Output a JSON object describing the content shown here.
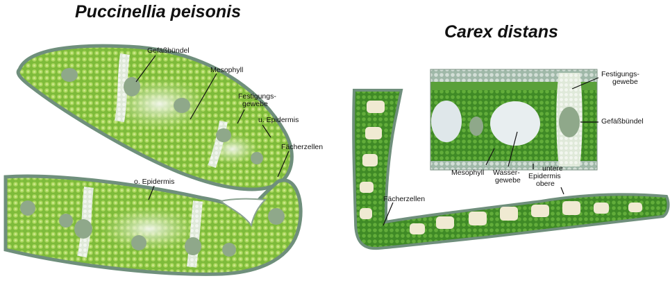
{
  "titles": {
    "left": "Puccinellia peisonis",
    "right": "Carex distans"
  },
  "labels_left": {
    "gefaessbuendel": "Gefäßbündel",
    "mesophyll": "Mesophyll",
    "festigungsgewebe_1": "Festigungs-",
    "festigungsgewebe_2": "gewebe",
    "u_epidermis": "u. Epidermis",
    "faecherzellen": "Fächerzellen",
    "o_epidermis": "o. Epidermis"
  },
  "labels_right": {
    "festigungsgewebe_1": "Festigungs-",
    "festigungsgewebe_2": "gewebe",
    "gefaessbuendel": "Gefäßbündel",
    "mesophyll": "Mesophyll",
    "wassergewebe_1": "Wasser-",
    "wassergewebe_2": "gewebe",
    "untere": "untere",
    "epidermis": "Epidermis",
    "obere": "obere",
    "faecherzellen": "Fächerzellen"
  }
}
